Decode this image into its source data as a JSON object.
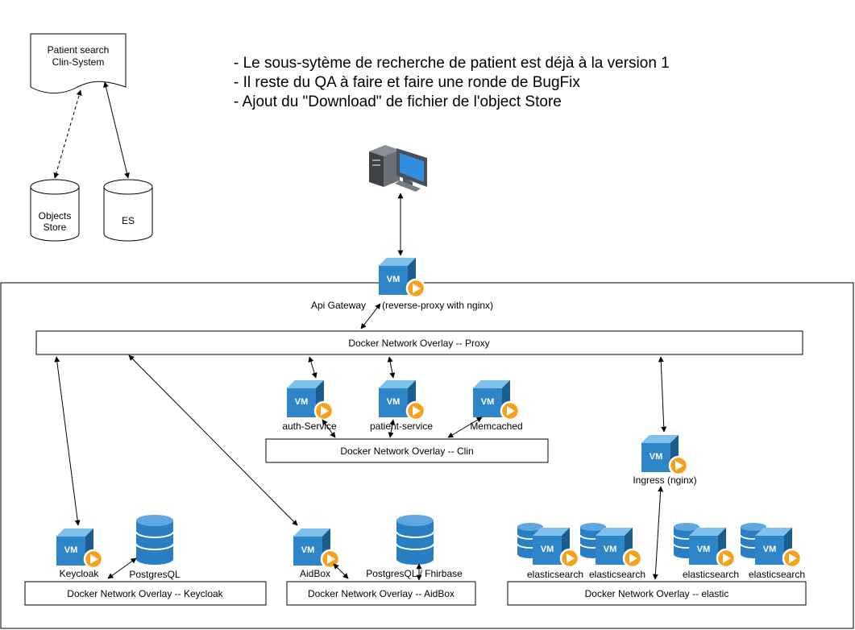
{
  "notes": [
    "- Le sous-sytème de recherche de patient est déjà à la version 1",
    "- Il reste du QA à faire et faire une ronde de BugFix",
    "- Ajout du \"Download\" de fichier de l'object Store"
  ],
  "doc_node": {
    "line1": "Patient search",
    "line2": "Clin-System"
  },
  "stores": {
    "objects_line1": "Objects",
    "objects_line2": "Store",
    "es": "ES"
  },
  "vm_badge": "VM",
  "gateway": {
    "left_label": "Api Gateway",
    "right_label": "(reverse-proxy with nginx)"
  },
  "networks": {
    "proxy": "Docker Network Overlay -- Proxy",
    "clin": "Docker Network Overlay -- Clin",
    "keycloak": "Docker Network Overlay -- Keycloak",
    "aidbox": "Docker Network Overlay -- AidBox",
    "elastic": "Docker Network Overlay -- elastic"
  },
  "services": {
    "auth": "auth-Service",
    "patient": "patient-service",
    "memcached": "Memcached",
    "ingress": "Ingress (nginx)",
    "keycloak": "Keycloak",
    "postgres_keycloak": "PostgresQL",
    "aidbox": "AidBox",
    "postgres_fhir": "PostgresQL / Fhirbase",
    "elastic": [
      "elasticsearch",
      "elasticsearch",
      "elasticsearch",
      "elasticsearch"
    ]
  },
  "colors": {
    "vm_front": "#2e86c8",
    "vm_top": "#7fc1ea",
    "vm_side": "#1a5d8e",
    "play": "#f5a11c",
    "db_fill": "#2a7fc4"
  }
}
